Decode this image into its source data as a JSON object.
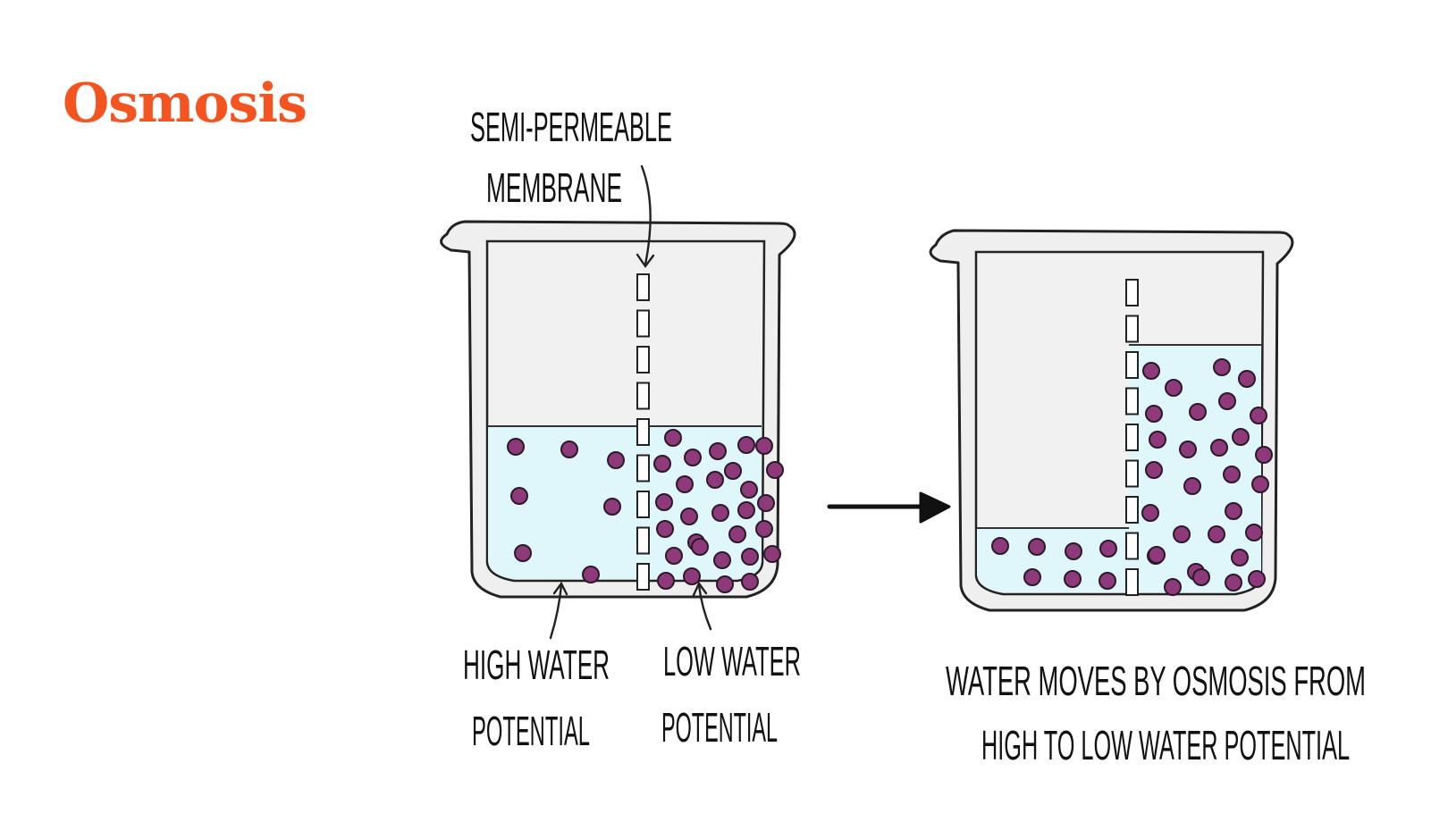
{
  "title": "Osmosis",
  "colors": {
    "title": "#f4541f",
    "water": "#dff6fb",
    "molecule": "#8e3a7a",
    "beaker_outline": "#222222",
    "beaker_glass": "#f1f1f1"
  },
  "labels": {
    "membrane_line1": "SEMI-PERMEABLE",
    "membrane_line2": "MEMBRANE",
    "high_line1": "HIGH WATER",
    "high_line2": "POTENTIAL",
    "low_line1": "LOW WATER",
    "low_line2": "POTENTIAL",
    "caption_line1": "WATER MOVES BY OSMOSIS FROM",
    "caption_line2": "HIGH TO LOW WATER POTENTIAL"
  },
  "icons": {
    "transition_arrow": "right-arrow-icon"
  }
}
